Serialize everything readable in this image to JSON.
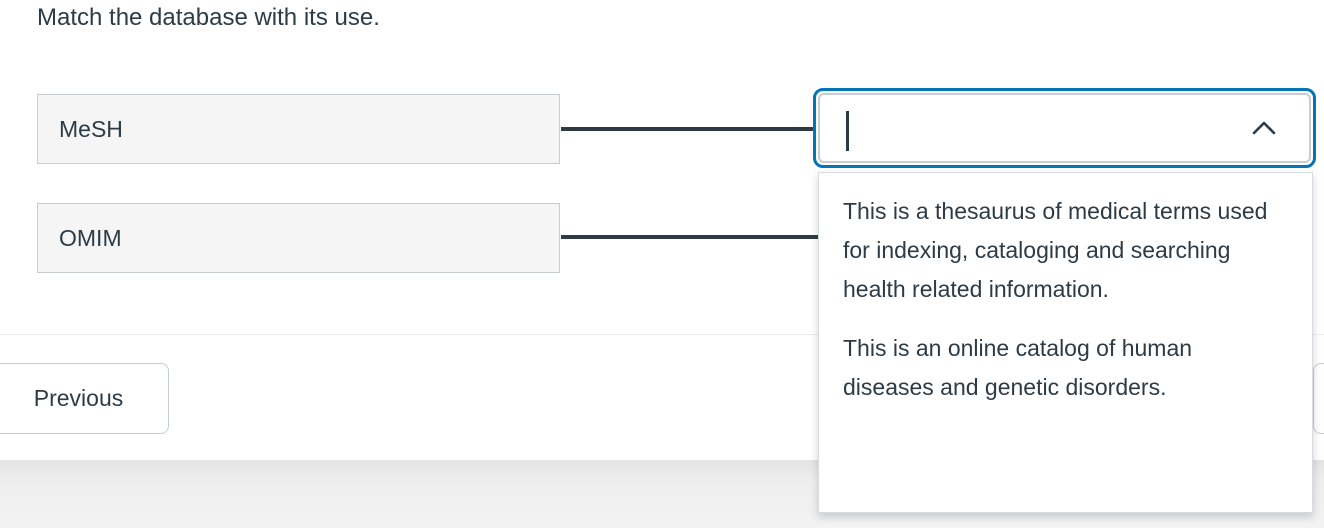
{
  "colors": {
    "text_dark": "#2D3B45",
    "focus_blue": "#0374B5",
    "border_gray": "#C7CDD1",
    "premise_fill": "#F5F5F5",
    "connector": "#2D3B45",
    "footer_gray": "#F3F3F3"
  },
  "question": {
    "prompt": "Match the database with its use.",
    "premises": [
      {
        "label": "MeSH"
      },
      {
        "label": "OMIM"
      }
    ],
    "answer_combobox": {
      "value": "",
      "state": "open-focused",
      "icon": "chevron-up-icon"
    },
    "dropdown_options": [
      {
        "text": "This is a thesaurus of medical terms used for indexing, cataloging and searching health related information."
      },
      {
        "text": "This is an online catalog of human diseases and genetic disorders."
      }
    ]
  },
  "navigation": {
    "previous_label": "Previous"
  }
}
